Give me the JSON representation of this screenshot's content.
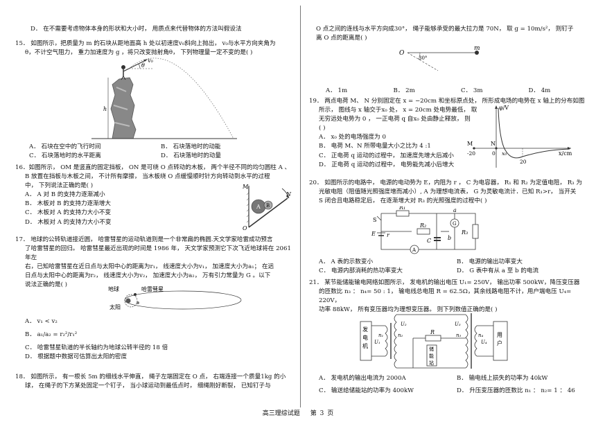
{
  "left": {
    "q14d": "D． 在不需要考虑物体本身的形状和大小时， 用质点来代替物体的方法叫假设法",
    "q15_l1": "15． 如图所示，把质量为 m 的石块从距地面高 h 处以初速度v₀斜向上抛出， v₀与水平方向夹角为",
    "q15_l2": "θ，不计空气阻力， 重力加速度为 g ，将只改变抛射角θ， 下列物理量一定不变的是(        )",
    "q15_fig": {
      "v0": "v₀",
      "theta": "θ",
      "h": "h"
    },
    "q15_opts": [
      "A． 石块在空中的飞行时间",
      "B． 石块落地时的动能",
      "C． 石块落地时的水平距离",
      "D． 石块落地时的动量"
    ],
    "q16_l1": "16．如图所示， OM 是竖直的固定挡板， ON 是可绕 O 点转动的木板， 两个半径不同的均匀圆柱 A 、",
    "q16_l2": "B 放置在挡板与木板之间， 不计所有摩擦， 当木板绕 O 点缓慢顺时针方向转动到水平的过程",
    "q16_l3": "中， 下列说法正确的是(        )",
    "q16_opts": [
      "A． A 对 B 的支持力逐渐减小",
      "B． 木板对 B 的支持力逐渐增大",
      "C． 木板对 A 的支持力大小不变",
      "D． 木板对 A 的支持力大小不变"
    ],
    "q16_fig": {
      "M": "M",
      "N": "N",
      "O": "O",
      "A": "A",
      "B": "B"
    },
    "q17_l1": "17． 地球的公转轨道接近圆， 哈雷彗星的运动轨道则是一个非常扁的椭圆.天文学家哈雷成功预言",
    "q17_l2": "了哈雷彗星的回归。 哈雷彗星最近出现的时间是  1986 年， 天文学家预测它下次飞近地球将在 2061 年左",
    "q17_l3": "右，已知哈雷彗星在近日点与太阳中心的距离为r₁， 线速度大小为v₁， 加速度大小为a₁； 在远",
    "q17_l4": "日点与太阳中心的距离为r₂， 线速度大小为v₂， 加速度大小为a₂， 万有引力常量为 G 。以下",
    "q17_l5": "说法正确的是(        )",
    "q17_fig": {
      "earth": "地球",
      "comet": "哈雷彗星",
      "sun": "太阳"
    },
    "q17_opts": [
      "A．  v₁ < v₂",
      "B．  a₁/a₂ = r₂²/r₁²",
      "C． 哈雷彗星轨道的半长轴约为地球公转半径的 18 倍",
      "D． 根据题中数据可估算出太阳的密度"
    ],
    "q18_l1": "18． 如图所示， 有一根长 5m 的细线水平伸直， 绳子左端固定在 O 点， 右端连接一个质量1kg 的小",
    "q18_l2": "球， 在绳子的下方某处固定一个钉子， 当小球运动到最低点时， 细绳刚好断裂， 已知钉子与"
  },
  "right": {
    "q18_l3": "O 点之间的连线与水平方向成30°， 绳子能够承受的最大拉力是 70N， 取 g = 10m/s²， 则钉子",
    "q18_l4": "离 O 点的距离是(        )",
    "q18_fig": {
      "O": "O",
      "angle": "30°",
      "m": "m"
    },
    "q18_opts": [
      "A． 1m",
      "B． 2m",
      "C． 3m",
      "D． 4m"
    ],
    "q19_l1": "19． 两点电荷 M、 N 分别固定在 x = −20cm 和坐标原点处， 所形成电场的电势在 x 轴上的分布如图",
    "q19_l2": "所示， 图线与 x 轴交于x₀ 处， x = 20cm 处电势最低， 取",
    "q19_l3": "无穷远处电势为 0 ， 一正电荷 q 自x₀ 处由静止释放， 则",
    "q19_l4": "(        )",
    "q19_opts": [
      "A． x₀ 处的电场强度为 0",
      "B． 电荷 M、N 所带电量大小之比为 4 :1",
      "C． 正电荷 q 运动的过程中， 加速度先增大后减小",
      "D． 正电荷 q 运动的过程中， 电势能先减小后增大"
    ],
    "q19_fig": {
      "phi": "φ/V",
      "xcm": "x/cm",
      "m20": "-20",
      "zero": "0",
      "x0": "x₀",
      "p20": "20",
      "M": "M",
      "N": "N"
    },
    "q20_l1": "20． 如图所示的电路中， 电源的电动势为 E，内阻为 r ， C 为电容器， R₁ 和 R₂ 为定值电阻， R₃ 为",
    "q20_l2": "光敏电阻（阻值随光照强度增而减小）, A 为理想电流表， G 为灵敏电流计．已知 R₁>r， 当开关",
    "q20_l3": "S 闭合且电路稳定后， 在逐渐增大对 R₃ 的光照强度的过程中(        )",
    "q20_fig": {
      "S": "S",
      "E": "E",
      "r": "r",
      "R1": "R₁",
      "R2": "R₂",
      "R3": "R₃",
      "C": "C",
      "A": "A",
      "G": "G",
      "a": "a",
      "b": "b"
    },
    "q20_opts": [
      "A． A 表的示数变小",
      "B． 电源的输出功率变大",
      "C． 电源内部消耗的热功率变大",
      "D． G 表中有从 a 至 b 的电流"
    ],
    "q21_l1": "21． 某节能储能输电网络如图所示， 发电机的输出电压 U₁= 250V， 输出功率 500kW，降压变压器",
    "q21_l2": "的匝数比 n₃ ： n₄= 50 : 1， 输电线总电阻 R = 62.5Ω，其余线路电阻不计，用户端电压 U₄= 220V，",
    "q21_l3": "功率 88kW， 所有变压器均为理想变压器。 则下列数值正确的是(        )",
    "q21_fig": {
      "gen": [
        "发",
        "电",
        "机"
      ],
      "store": [
        "储",
        "能",
        "站"
      ],
      "user": [
        "用",
        "户"
      ],
      "R": "R",
      "U1": "U₁",
      "U2": "U₂",
      "U3": "U₃",
      "U4": "U₄",
      "n1": "n₁",
      "n2": "n₂",
      "n3": "n₃",
      "n4": "n₄"
    },
    "q21_opts": [
      "A． 发电机的输出电流为 2000A",
      "B． 输电线上损失的功率为 40kW",
      "C． 输送给储能站的功率为 400kW",
      "D． 升压变压器的匝数比 n₁ ： n₂= 1 ： 46"
    ]
  },
  "footer": {
    "title": "高三理综试题",
    "page_prefix": "第",
    "page_num": "3",
    "page_suffix": "页"
  }
}
